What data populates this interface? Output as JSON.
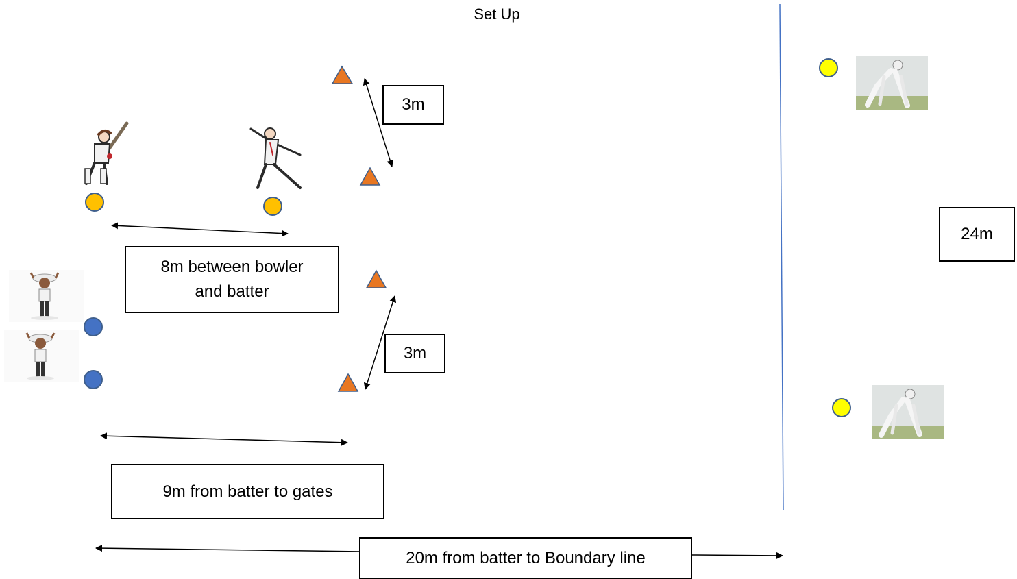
{
  "title": "Set Up",
  "labels": {
    "gate_width_top": "3m",
    "gate_width_bottom": "3m",
    "bowler_batter_distance": "8m between bowler\nand batter",
    "batter_gates_distance": "9m from batter to gates",
    "boundary_distance": "20m from batter to Boundary line",
    "fielder_spacing": "24m"
  },
  "colors": {
    "cone_fill": "#e87722",
    "cone_stroke": "#3f5f8c",
    "batter_marker": "#ffc000",
    "umpire_marker": "#4472c4",
    "fielder_marker": "#ffff00",
    "boundary_line": "#4472c4"
  },
  "icons": {
    "batter": "batter-figure",
    "bowler": "bowler-figure",
    "umpire": "umpire-figure",
    "fielder": "fielder-photo",
    "cone": "cone-triangle"
  }
}
